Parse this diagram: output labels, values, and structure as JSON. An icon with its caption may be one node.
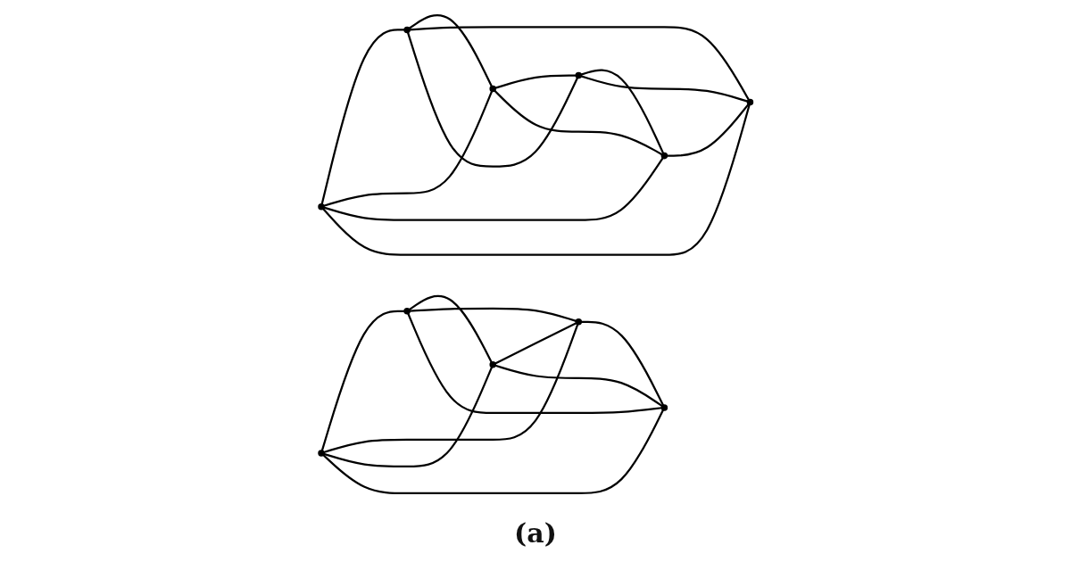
{
  "diagram": {
    "caption": "(a)",
    "nodes": [
      {
        "text": [],
        "shape": "circle"
      },
      {
        "text": [],
        "shape": "circle"
      },
      {
        "text": [],
        "shape": "circle"
      },
      {
        "text": [],
        "shape": "circle"
      },
      {
        "text": [],
        "shape": "circle"
      },
      {
        "text": [],
        "shape": "circle"
      },
      {
        "text": [],
        "shape": "circle"
      },
      {
        "text": [],
        "shape": "circle"
      },
      {
        "text": [],
        "shape": "circle"
      },
      {
        "text": [],
        "shape": "circle"
      },
      {
        "text": [],
        "shape": "circle"
      }
    ],
    "edges": [
      {
        "from": 0,
        "to": 1,
        "arrow": "none"
      },
      {
        "from": 1,
        "to": 3,
        "arrow": "none"
      },
      {
        "from": 3,
        "to": 5,
        "arrow": "none"
      },
      {
        "from": 5,
        "to": 4,
        "arrow": "none"
      },
      {
        "from": 4,
        "to": 2,
        "arrow": "none"
      },
      {
        "from": 2,
        "to": 0,
        "arrow": "none"
      },
      {
        "from": 0,
        "to": 3,
        "arrow": "none"
      },
      {
        "from": 1,
        "to": 2,
        "arrow": "none"
      },
      {
        "from": 0,
        "to": 4,
        "arrow": "none"
      },
      {
        "from": 1,
        "to": 5,
        "arrow": "none"
      },
      {
        "from": 3,
        "to": 4,
        "arrow": "none"
      },
      {
        "from": 5,
        "to": 2,
        "arrow": "none"
      },
      {
        "from": 7,
        "to": 6,
        "arrow": "none"
      },
      {
        "from": 6,
        "to": 8,
        "arrow": "none"
      },
      {
        "from": 8,
        "to": 10,
        "arrow": "none"
      },
      {
        "from": 10,
        "to": 9,
        "arrow": "none"
      },
      {
        "from": 9,
        "to": 7,
        "arrow": "none"
      },
      {
        "from": 7,
        "to": 8,
        "arrow": "none"
      },
      {
        "from": 7,
        "to": 10,
        "arrow": "none"
      },
      {
        "from": 6,
        "to": 9,
        "arrow": "none"
      },
      {
        "from": 6,
        "to": 10,
        "arrow": "none"
      },
      {
        "from": 8,
        "to": 9,
        "arrow": "none"
      }
    ]
  }
}
